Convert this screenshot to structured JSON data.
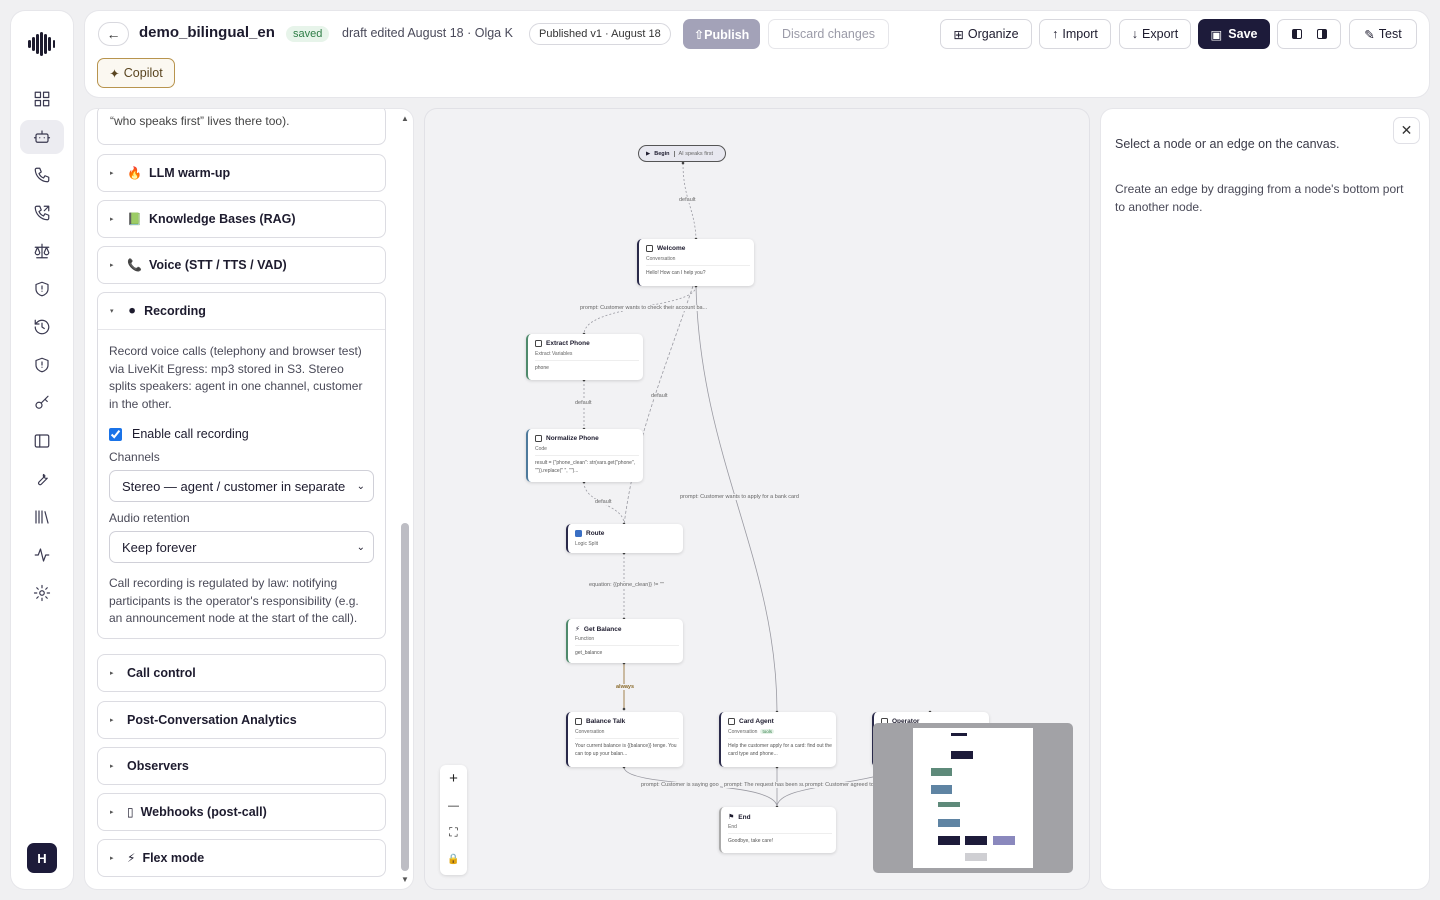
{
  "header": {
    "agent_name": "demo_bilingual_en",
    "saved_label": "saved",
    "draft_text": "draft edited August 18 · Olga K",
    "published_label": "Published v1 · August 18",
    "publish_label": "⇧Publish",
    "discard_label": "Discard changes",
    "organize_label": "Organize",
    "import_label": "Import",
    "export_label": "Export",
    "save_label": "Save",
    "test_label": "Test",
    "copilot_label": "Copilot",
    "icons": {
      "organize": "grid-icon",
      "import": "arrow-up-icon",
      "export": "arrow-down-icon",
      "save": "floppy-icon",
      "test": "pencil-icon",
      "copilot": "sparkle-icon"
    }
  },
  "rail": {
    "avatar_initial": "H",
    "items": [
      {
        "icon": "dashboard-icon",
        "active": false
      },
      {
        "icon": "robot-icon",
        "active": true
      },
      {
        "icon": "phone-icon",
        "active": false
      },
      {
        "icon": "phone-outgoing-icon",
        "active": false
      },
      {
        "icon": "scale-icon",
        "active": false
      },
      {
        "icon": "shield-icon",
        "active": false
      },
      {
        "icon": "history-icon",
        "active": false
      },
      {
        "icon": "shield-alert-icon",
        "active": false
      },
      {
        "icon": "key-icon",
        "active": false
      },
      {
        "icon": "sidebar-icon",
        "active": false
      },
      {
        "icon": "wrench-icon",
        "active": false
      },
      {
        "icon": "library-icon",
        "active": false
      },
      {
        "icon": "activity-icon",
        "active": false
      },
      {
        "icon": "settings-icon",
        "active": false
      }
    ]
  },
  "panel": {
    "top_fragment": "“who speaks first” lives there too).",
    "sections": [
      {
        "label": "LLM warm-up",
        "emoji": "🔥"
      },
      {
        "label": "Knowledge Bases (RAG)",
        "emoji": "📗"
      },
      {
        "label": "Voice (STT / TTS / VAD)",
        "emoji": "📞"
      }
    ],
    "recording": {
      "label": "Recording",
      "emoji": "⚫",
      "description": "Record voice calls (telephony and browser test) via LiveKit Egress: mp3 stored in S3. Stereo splits speakers: agent in one channel, customer in the other.",
      "enable_label": "Enable call recording",
      "enabled": true,
      "channels_label": "Channels",
      "channels_value": "Stereo — agent / customer in separate",
      "retention_label": "Audio retention",
      "retention_value": "Keep forever",
      "note": "Call recording is regulated by law: notifying participants is the operator's responsibility (e.g. an announcement node at the start of the call)."
    },
    "sections_bottom": [
      {
        "label": "Call control",
        "emoji": ""
      },
      {
        "label": "Post-Conversation Analytics",
        "emoji": ""
      },
      {
        "label": "Observers",
        "emoji": ""
      },
      {
        "label": "Webhooks (post-call)",
        "emoji": "▯"
      },
      {
        "label": "Flex mode",
        "emoji": "⚡"
      }
    ]
  },
  "canvas": {
    "begin": {
      "label": "Begin",
      "sub": "AI speaks first"
    },
    "nodes": {
      "welcome": {
        "title": "Welcome",
        "type": "Conversation",
        "body": "Hello! How can I help you?"
      },
      "extract": {
        "title": "Extract Phone",
        "type": "Extract Variables",
        "body": "phone"
      },
      "normalize": {
        "title": "Normalize Phone",
        "type": "Code",
        "body": "result = {\"phone_clean\": str(vars.get(\"phone\", \"\")).replace(\" \", \"\")..."
      },
      "route": {
        "title": "Route",
        "type": "Logic Split",
        "body": ""
      },
      "balance": {
        "title": "Get Balance",
        "type": "Function",
        "body": "get_balance"
      },
      "balance_talk": {
        "title": "Balance Talk",
        "type": "Conversation",
        "body": "Your current balance is {{balance}} tenge. You can top up your balan..."
      },
      "card_agent": {
        "title": "Card Agent",
        "type": "Conversation",
        "tools": "tools",
        "body": "Help the customer apply for a card: find out the card type and phone..."
      },
      "operator": {
        "title": "Operator"
      },
      "end": {
        "title": "End",
        "type": "End",
        "body": "Goodbye, take care!"
      }
    },
    "edge_labels": {
      "e1": "default",
      "e2": "prompt: Customer wants to check their account ba...",
      "e3": "default",
      "e4": "default",
      "e5": "default",
      "e6": "prompt: Customer wants to apply for a bank card",
      "e7": "equation: {{phone_clean}} != \"\"",
      "e8": "always",
      "e9": "prompt: Customer is saying goo",
      "e10": "prompt: The request has been su",
      "e11": "prompt: Customer agreed to wait"
    },
    "controls": {
      "zoom_in": "+",
      "zoom_out": "—",
      "fit": "⛶",
      "lock": "🔒"
    }
  },
  "inspector": {
    "hint": "Select a node or an edge on the canvas.",
    "help": "Create an edge by dragging from a node's bottom port to another node.",
    "close_icon": "✕"
  },
  "colors": {
    "accent_dark": "#1d1b3a",
    "saved_green": "#2e7d46",
    "copilot_border": "#b8944e",
    "checkbox_blue": "#1a73e8"
  }
}
